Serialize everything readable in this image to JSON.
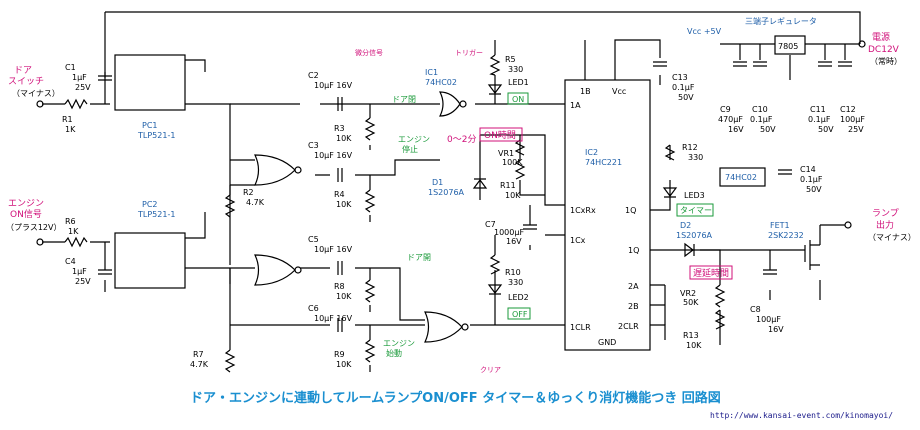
{
  "colors": {
    "wire": "#000000",
    "label_pink": "#d0107a",
    "label_blue": "#1f5fa8",
    "label_green": "#1a9a3a",
    "title_blue": "#1a8fd0"
  },
  "inputs": {
    "door_switch": {
      "name_line1": "ドア",
      "name_line2": "スイッチ",
      "polarity": "（マイナス）"
    },
    "engine_on": {
      "name_line1": "エンジン",
      "name_line2": "ON信号",
      "polarity": "（プラス12V）"
    }
  },
  "power": {
    "name_line1": "電源",
    "name_line2": "DC12V",
    "note": "（常時）",
    "vcc": "Vcc +5V",
    "regulator_title": "三端子レギュレータ",
    "regulator": "7805"
  },
  "lamp_out": {
    "name_line1": "ランプ",
    "name_line2": "出力",
    "polarity": "（マイナス）"
  },
  "parts": {
    "c1": {
      "ref": "C1",
      "v1": "1μF",
      "v2": "25V"
    },
    "r1": {
      "ref": "R1",
      "v": "1K"
    },
    "pc1": {
      "ref": "PC1",
      "part": "TLP521-1"
    },
    "r6": {
      "ref": "R6",
      "v": "1K"
    },
    "c4": {
      "ref": "C4",
      "v1": "1μF",
      "v2": "25V"
    },
    "pc2": {
      "ref": "PC2",
      "part": "TLP521-1"
    },
    "r2": {
      "ref": "R2",
      "v": "4.7K"
    },
    "r7": {
      "ref": "R7",
      "v": "4.7K"
    },
    "c2": {
      "ref": "C2",
      "v": "10μF 16V"
    },
    "r3": {
      "ref": "R3",
      "v": "10K"
    },
    "c3": {
      "ref": "C3",
      "v": "10μF 16V"
    },
    "r4": {
      "ref": "R4",
      "v": "10K"
    },
    "c5": {
      "ref": "C5",
      "v": "10μF 16V"
    },
    "r8": {
      "ref": "R8",
      "v": "10K"
    },
    "c6": {
      "ref": "C6",
      "v": "10μF 16V"
    },
    "r9": {
      "ref": "R9",
      "v": "10K"
    },
    "ic1": {
      "ref": "IC1",
      "part": "74HC02"
    },
    "r5": {
      "ref": "R5",
      "v": "330"
    },
    "led1": {
      "ref": "LED1",
      "tag": "ON"
    },
    "vr1": {
      "ref": "VR1",
      "v": "100K"
    },
    "r11": {
      "ref": "R11",
      "v": "10K"
    },
    "d1": {
      "ref": "D1",
      "part": "1S2076A"
    },
    "c7": {
      "ref": "C7",
      "v1": "1000μF",
      "v2": "16V"
    },
    "r10": {
      "ref": "R10",
      "v": "330"
    },
    "led2": {
      "ref": "LED2",
      "tag": "OFF"
    },
    "ic2": {
      "ref": "IC2",
      "part": "74HC221"
    },
    "c13": {
      "ref": "C13",
      "v1": "0.1μF",
      "v2": "50V"
    },
    "r12": {
      "ref": "R12",
      "v": "330"
    },
    "led3": {
      "ref": "LED3",
      "tag": "タイマー"
    },
    "ic_box": {
      "part": "74HC02"
    },
    "c14": {
      "ref": "C14",
      "v1": "0.1μF",
      "v2": "50V"
    },
    "d2": {
      "ref": "D2",
      "part": "1S2076A"
    },
    "vr2": {
      "ref": "VR2",
      "v": "50K"
    },
    "r13": {
      "ref": "R13",
      "v": "10K"
    },
    "c8": {
      "ref": "C8",
      "v1": "100μF",
      "v2": "16V"
    },
    "fet1": {
      "ref": "FET1",
      "part": "2SK2232"
    },
    "c9": {
      "ref": "C9",
      "v1": "470μF",
      "v2": "16V"
    },
    "c10": {
      "ref": "C10",
      "v1": "0.1μF",
      "v2": "50V"
    },
    "c11": {
      "ref": "C11",
      "v1": "0.1μF",
      "v2": "50V"
    },
    "c12": {
      "ref": "C12",
      "v1": "100μF",
      "v2": "25V"
    }
  },
  "notes": {
    "diff_signal": "微分信号",
    "trigger": "トリガー",
    "door_closed_1": "ドア閉",
    "engine_stop": "エンジン",
    "engine_stop_2": "停止",
    "range": "0～2分",
    "on_time": "ON時間",
    "door_closed_2": "ドア開",
    "engine_start": "エンジン",
    "engine_start_2": "始動",
    "clear": "クリア",
    "delay_time": "遅延時間"
  },
  "pins": {
    "ic2_1a": "1A",
    "ic2_1b": "1B",
    "ic2_vcc": "Vcc",
    "ic2_1cxrx": "1CxRx",
    "ic2_1cx": "1Cx",
    "ic2_1clr": "1CLR",
    "ic2_1q_bar": "1Q",
    "ic2_1q": "1Q",
    "ic2_2a": "2A",
    "ic2_2b": "2B",
    "ic2_2clr": "2CLR",
    "ic2_gnd": "GND"
  },
  "title": "ドア・エンジンに連動してルームランプON/OFF タイマー＆ゆっくり消灯機能つき 回路図",
  "url": "http://www.kansai-event.com/kinomayoi/"
}
